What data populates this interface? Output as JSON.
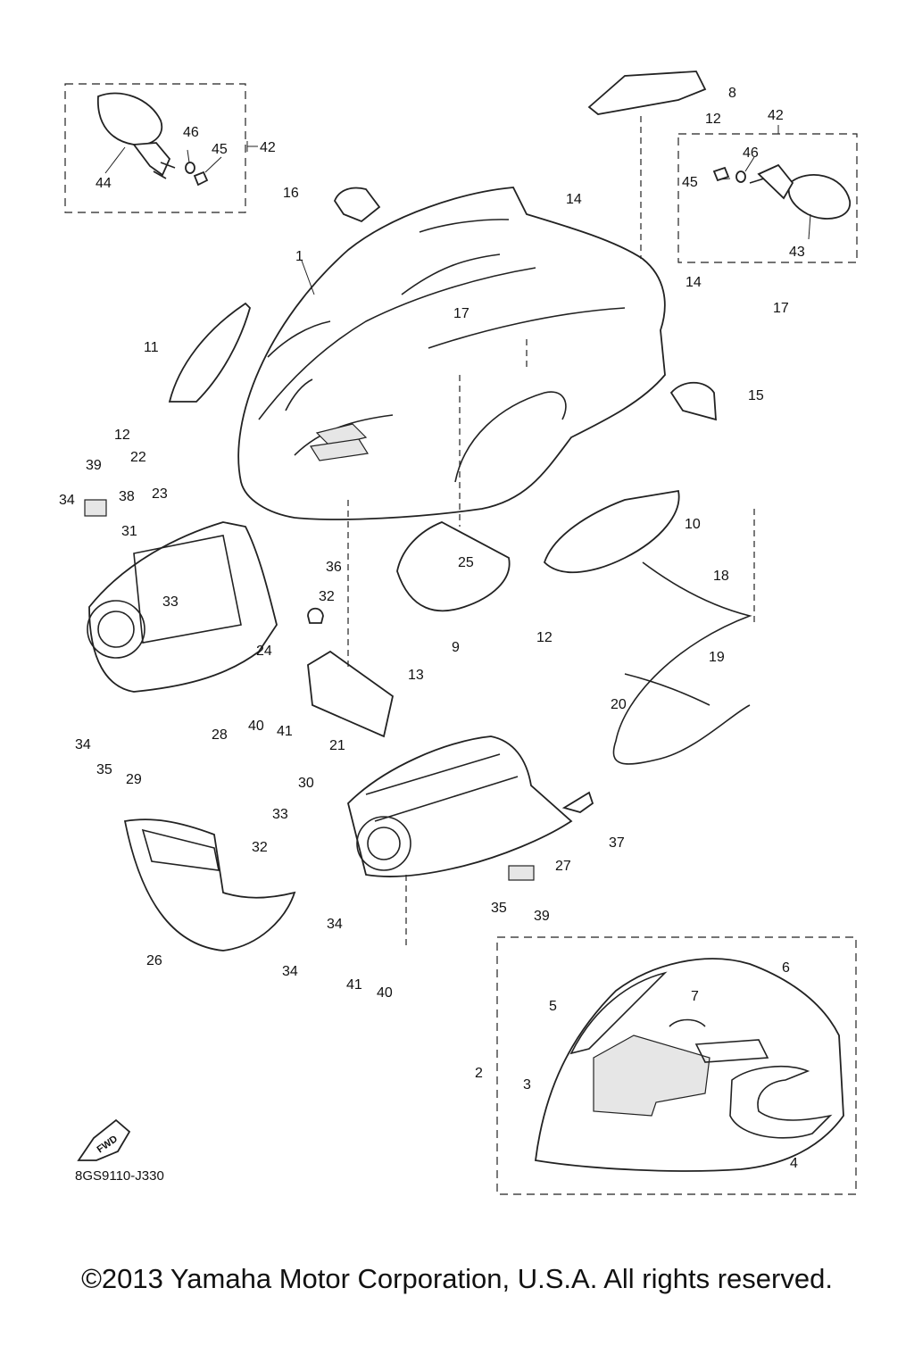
{
  "diagram": {
    "reference_code": "8GS9110-J330",
    "fwd_label": "FWD",
    "copyright": "©2013 Yamaha Motor Corporation, U.S.A. All rights reserved.",
    "colors": {
      "line": "#222222",
      "background": "#ffffff"
    },
    "callouts": [
      {
        "id": "l1",
        "num": "1"
      },
      {
        "id": "l2",
        "num": "2"
      },
      {
        "id": "l3",
        "num": "3"
      },
      {
        "id": "l4",
        "num": "4"
      },
      {
        "id": "l5",
        "num": "5"
      },
      {
        "id": "l6",
        "num": "6"
      },
      {
        "id": "l7",
        "num": "7"
      },
      {
        "id": "l8",
        "num": "8"
      },
      {
        "id": "l9",
        "num": "9"
      },
      {
        "id": "l10",
        "num": "10"
      },
      {
        "id": "l11",
        "num": "11"
      },
      {
        "id": "l12a",
        "num": "12"
      },
      {
        "id": "l12b",
        "num": "12"
      },
      {
        "id": "l12c",
        "num": "12"
      },
      {
        "id": "l13",
        "num": "13"
      },
      {
        "id": "l14a",
        "num": "14"
      },
      {
        "id": "l14b",
        "num": "14"
      },
      {
        "id": "l15",
        "num": "15"
      },
      {
        "id": "l16",
        "num": "16"
      },
      {
        "id": "l17a",
        "num": "17"
      },
      {
        "id": "l17b",
        "num": "17"
      },
      {
        "id": "l18",
        "num": "18"
      },
      {
        "id": "l19",
        "num": "19"
      },
      {
        "id": "l20",
        "num": "20"
      },
      {
        "id": "l21",
        "num": "21"
      },
      {
        "id": "l22",
        "num": "22"
      },
      {
        "id": "l23",
        "num": "23"
      },
      {
        "id": "l24",
        "num": "24"
      },
      {
        "id": "l25",
        "num": "25"
      },
      {
        "id": "l26",
        "num": "26"
      },
      {
        "id": "l27",
        "num": "27"
      },
      {
        "id": "l28",
        "num": "28"
      },
      {
        "id": "l29",
        "num": "29"
      },
      {
        "id": "l30",
        "num": "30"
      },
      {
        "id": "l31",
        "num": "31"
      },
      {
        "id": "l32a",
        "num": "32"
      },
      {
        "id": "l32b",
        "num": "32"
      },
      {
        "id": "l33a",
        "num": "33"
      },
      {
        "id": "l33b",
        "num": "33"
      },
      {
        "id": "l34a",
        "num": "34"
      },
      {
        "id": "l34b",
        "num": "34"
      },
      {
        "id": "l34c",
        "num": "34"
      },
      {
        "id": "l34d",
        "num": "34"
      },
      {
        "id": "l35a",
        "num": "35"
      },
      {
        "id": "l35b",
        "num": "35"
      },
      {
        "id": "l36",
        "num": "36"
      },
      {
        "id": "l37",
        "num": "37"
      },
      {
        "id": "l38",
        "num": "38"
      },
      {
        "id": "l39a",
        "num": "39"
      },
      {
        "id": "l39b",
        "num": "39"
      },
      {
        "id": "l40a",
        "num": "40"
      },
      {
        "id": "l40b",
        "num": "40"
      },
      {
        "id": "l41a",
        "num": "41"
      },
      {
        "id": "l41b",
        "num": "41"
      },
      {
        "id": "l42a",
        "num": "42"
      },
      {
        "id": "l42b",
        "num": "42"
      },
      {
        "id": "l43",
        "num": "43"
      },
      {
        "id": "l44",
        "num": "44"
      },
      {
        "id": "l45a",
        "num": "45"
      },
      {
        "id": "l45b",
        "num": "45"
      },
      {
        "id": "l46a",
        "num": "46"
      },
      {
        "id": "l46b",
        "num": "46"
      }
    ]
  }
}
